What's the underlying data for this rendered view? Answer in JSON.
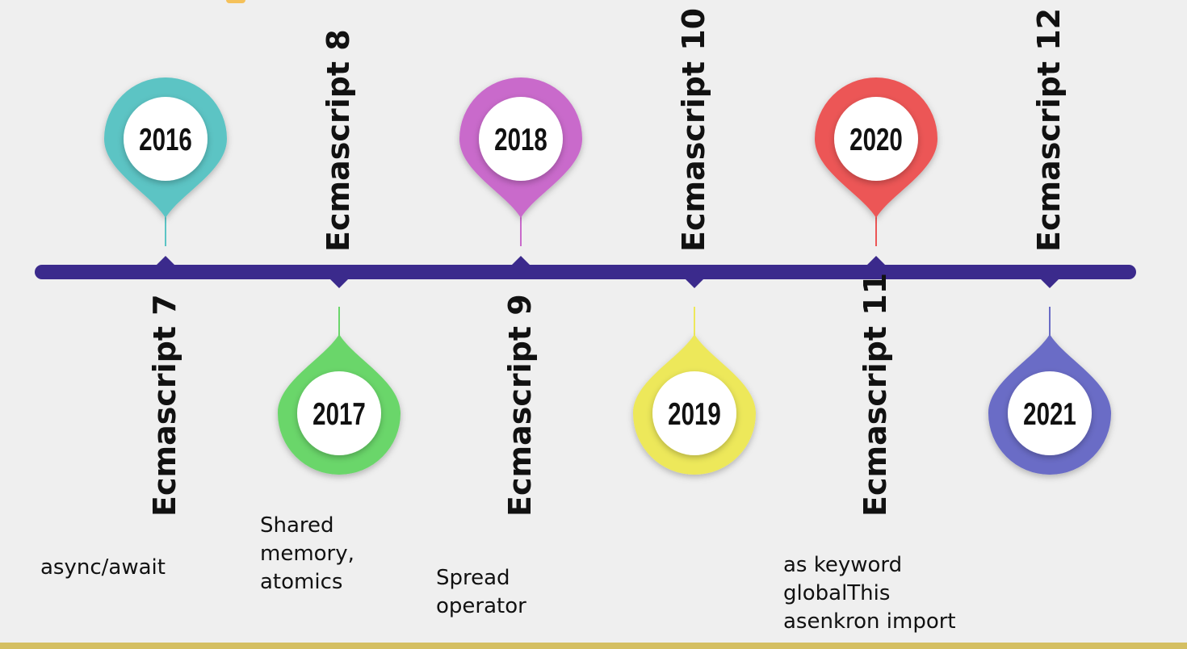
{
  "milestones": [
    {
      "year": "2016",
      "version": "Ecmascript 7",
      "color": "#5bc4c4",
      "position": "top",
      "description": "async/await"
    },
    {
      "year": "2017",
      "version": "Ecmascript 8",
      "color": "#6bd66b",
      "position": "bottom",
      "description": "Shared\nmemory,\natomics"
    },
    {
      "year": "2018",
      "version": "Ecmascript 9",
      "color": "#c96acb",
      "position": "top",
      "description": "Spread\noperator"
    },
    {
      "year": "2019",
      "version": "Ecmascript 10",
      "color": "#ede85a",
      "position": "bottom",
      "description": ""
    },
    {
      "year": "2020",
      "version": "Ecmascript 11",
      "color": "#ec5656",
      "position": "top",
      "description": "as keyword\nglobalThis\nasenkron import"
    },
    {
      "year": "2021",
      "version": "Ecmascript 12",
      "color": "#6a6cc6",
      "position": "bottom",
      "description": ""
    }
  ],
  "colors": {
    "timeline": "#3b2a8c",
    "background": "#efefef",
    "bottom_bar": "#d4bf62"
  }
}
